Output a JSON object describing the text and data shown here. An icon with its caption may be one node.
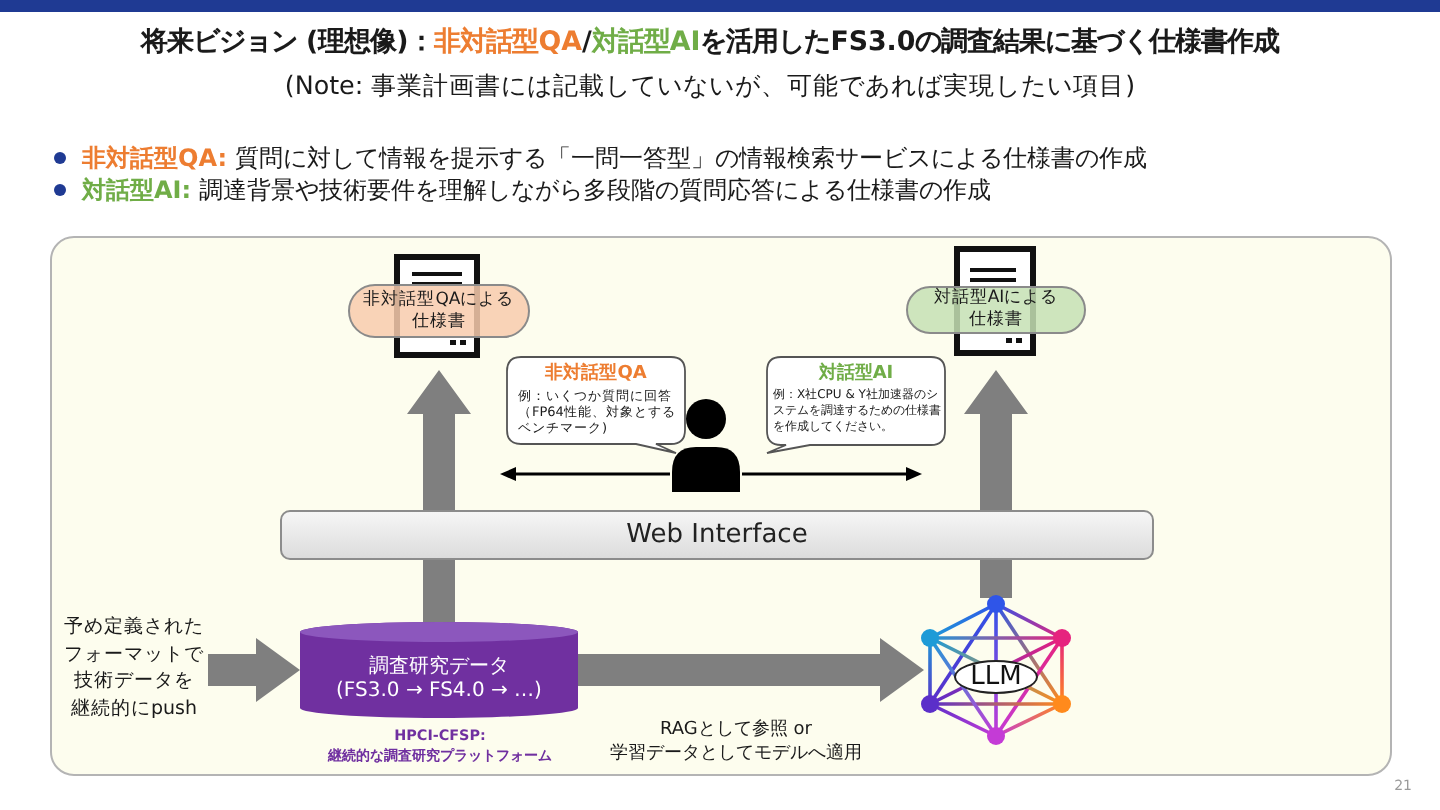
{
  "diagram": {
    "title": "将来ビジョン (理想像)：**非対話型QA**/**対話型AI**を活用したFS3.0の調査結果に基づく仕様書作成",
    "nodes": [
      {
        "text": [
          "非対話型QAによる仕様書"
        ]
      },
      {
        "text": [
          "対話型AIによる仕様書"
        ]
      },
      {
        "text": [
          "非対話型QA",
          "例：いくつか質問に回答（FP64性能、対象とするベンチマーク)"
        ]
      },
      {
        "text": [
          "対話型AI",
          "例：X社CPU & Y社加速器のシステムを調達するための仕様書を作成してください。"
        ]
      },
      {
        "text": [],
        "shape": "person"
      },
      {
        "text": [
          "Web Interface"
        ]
      },
      {
        "text": [
          "予め定義されたフォーマットで技術データを継続的にpush"
        ]
      },
      {
        "text": [
          "調査研究データ",
          "(FS3.0 → FS4.0 → …)"
        ],
        "beside": [
          "HPCI-CFSP: 継続的な調査研究プラットフォーム"
        ]
      },
      {
        "text": [
          "LLM"
        ]
      }
    ],
    "edges": [
      {
        "from": 7,
        "to": 0,
        "arrow": "to",
        "style": "thick"
      },
      {
        "from": 8,
        "to": 1,
        "arrow": "to",
        "style": "thick"
      },
      {
        "from": 4,
        "to": 2,
        "arrow": "to",
        "color": "#000000"
      },
      {
        "from": 4,
        "to": 3,
        "arrow": "to",
        "color": "#000000"
      },
      {
        "from": 6,
        "to": 7,
        "arrow": "to",
        "style": "thick"
      },
      {
        "from": 7,
        "to": 8,
        "arrow": "to",
        "style": "thick",
        "label": "RAGとして参照 or 学習データとしてモデルへ適用"
      }
    ],
    "labels": [
      "(Note: 事業計画書には記載していないが、可能であれば実現したい項目)",
      "**非対話型QA:** 質問に対して情報を提示する「一問一答型」の情報検索サービスによる仕様書の作成",
      "**対話型AI:** 調達背景や技術要件を理解しながら多段階の質問応答による仕様書の作成",
      "21"
    ]
  }
}
